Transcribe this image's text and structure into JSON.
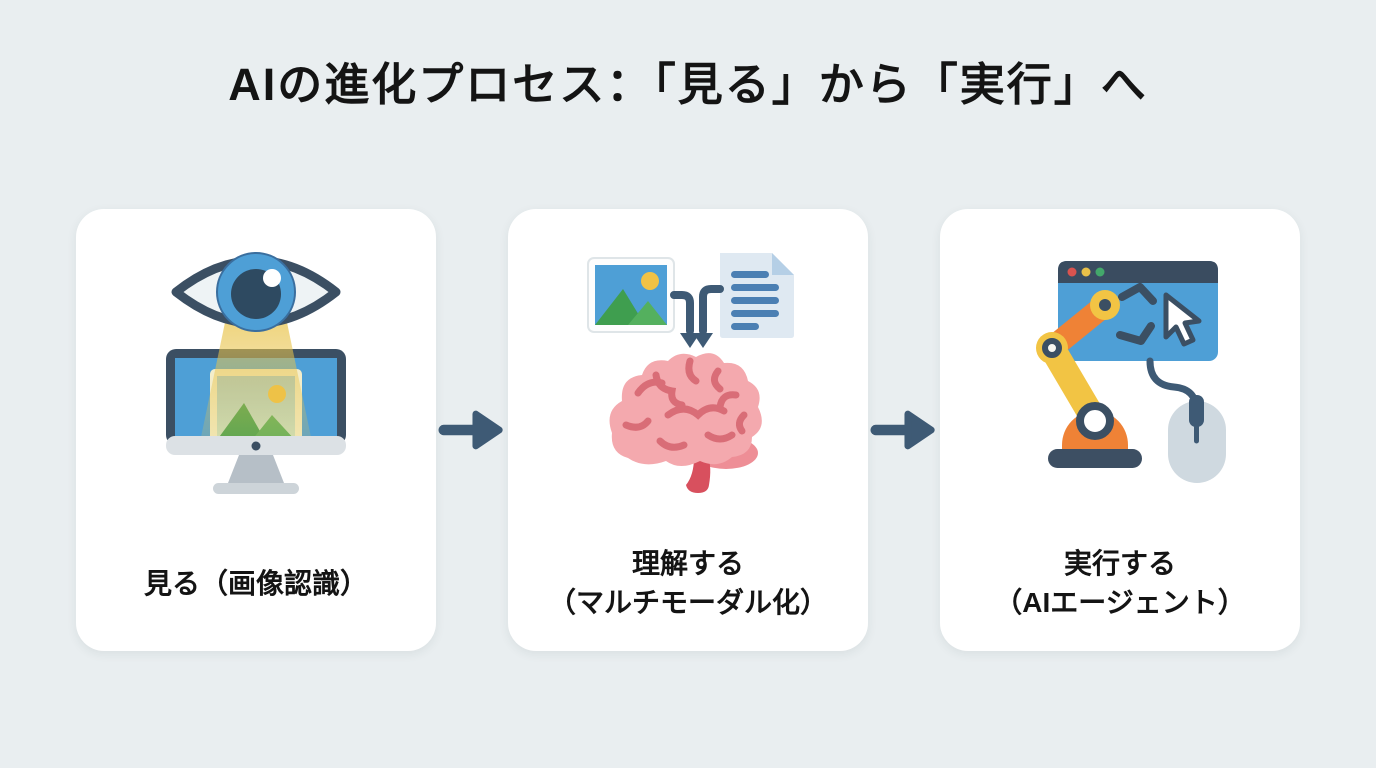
{
  "title": "AIの進化プロセス：「見る」から「実行」へ",
  "steps": [
    {
      "name": "see",
      "icon": "eye-monitor-icon",
      "icon_description": "eye watching an image on a computer monitor",
      "lines": [
        "見る（画像認識）"
      ]
    },
    {
      "name": "understand",
      "icon": "multimodal-brain-icon",
      "icon_description": "image and document feeding into a brain",
      "lines": [
        "理解する",
        "（マルチモーダル化）"
      ]
    },
    {
      "name": "execute",
      "icon": "ai-agent-robot-icon",
      "icon_description": "robot arm operating a browser window with cursor and mouse",
      "lines": [
        "実行する",
        "（AIエージェント）"
      ]
    }
  ],
  "arrows": [
    {
      "name": "arrow-see-to-understand",
      "direction": "right"
    },
    {
      "name": "arrow-understand-to-execute",
      "direction": "right"
    }
  ],
  "colors": {
    "background": "#e9eef0",
    "card": "#ffffff",
    "text": "#141414",
    "arrow": "#3e5a75",
    "navy_outline": "#3b4f63",
    "screen_blue": "#4e9fd6",
    "beam_yellow": "#e8c34a",
    "photo_frame_cream": "#f3edca",
    "mountain_green": "#43a053",
    "sun_yellow": "#f2c245",
    "doc_paper": "#dfe9f2",
    "doc_lines": "#4b7fb3",
    "brain_pink": "#f4a9ae",
    "brain_lines": "#d96d77",
    "brain_stem_red": "#d8505e",
    "robot_orange": "#ef8236",
    "robot_yellow": "#f2c444",
    "mouse_gray": "#cfd9e0",
    "dot_red": "#d9534f",
    "dot_yellow": "#e8c049",
    "dot_green": "#43a86b"
  }
}
